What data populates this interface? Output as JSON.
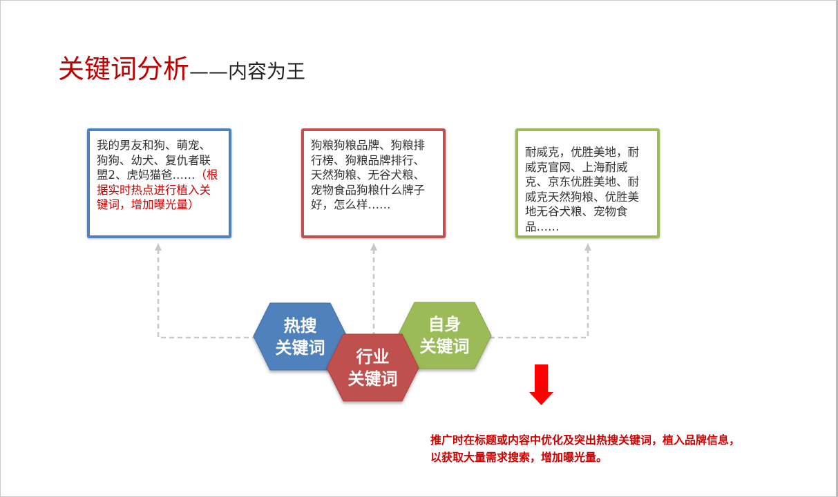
{
  "title": {
    "main": "关键词分析",
    "sub": "——内容为王"
  },
  "boxes": {
    "hot": {
      "text": "我的男友和狗、萌宠、狗狗、幼犬、复仇者联盟2、虎妈猫爸……",
      "note": "（根据实时热点进行植入关键词，增加曝光量）"
    },
    "industry": {
      "text": "狗粮狗粮品牌、狗粮排行榜、狗粮品牌排行、天然狗粮、无谷犬粮、宠物食品狗粮什么牌子好，怎么样……"
    },
    "self": {
      "text": "耐威克，优胜美地，耐威克官网、上海耐威克、京东优胜美地、耐威克天然狗粮、优胜美地无谷犬粮、宠物食品……"
    }
  },
  "hexagons": {
    "hot": {
      "line1": "热搜",
      "line2": "关键词",
      "color": "#4f81bd"
    },
    "industry": {
      "line1": "行业",
      "line2": "关键词",
      "color": "#c0504d"
    },
    "self": {
      "line1": "自身",
      "line2": "关键词",
      "color": "#9bbb59"
    }
  },
  "note": {
    "line1": "推广时在标题或内容中优化及突出热搜关键词，植入品牌信息，",
    "line2": "以获取大量需求搜索，增加曝光量。"
  }
}
